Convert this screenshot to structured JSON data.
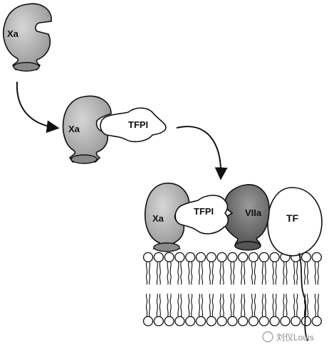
{
  "labels": {
    "xa_free": "Xa",
    "xa_complex": "Xa",
    "tfpi_complex": "TFPI",
    "xa_membrane": "Xa",
    "tfpi_membrane": "TFPI",
    "viia": "VIIa",
    "tf": "TF"
  },
  "watermark": "刘仪Louis",
  "colors": {
    "protein_light": "#a8a8a8",
    "protein_dark": "#6c6c6c",
    "outline": "#111111",
    "background": "#ffffff"
  }
}
